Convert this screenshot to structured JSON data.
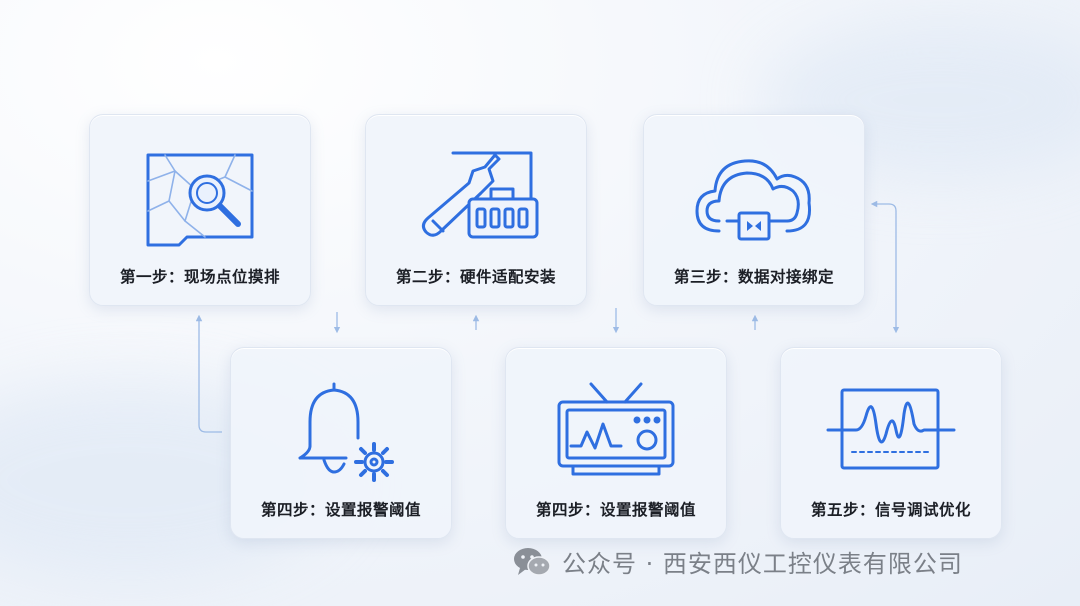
{
  "steps": [
    {
      "label": "第一步：现场点位摸排",
      "icon": "map-search-icon"
    },
    {
      "label": "第二步：硬件适配安装",
      "icon": "wrench-toolbox-icon"
    },
    {
      "label": "第三步：数据对接绑定",
      "icon": "cloud-connect-icon"
    },
    {
      "label": "第四步：设置报警阈值",
      "icon": "bell-gear-icon"
    },
    {
      "label": "第四步：设置报警阈值",
      "icon": "monitor-waveform-icon"
    },
    {
      "label": "第五步：信号调试优化",
      "icon": "signal-waveform-icon"
    }
  ],
  "footer": {
    "text": "公众号 · 西安西仪工控仪表有限公司",
    "icon": "wechat-icon"
  },
  "colors": {
    "accent": "#2f6fe0",
    "connector": "#9dbbe6"
  }
}
